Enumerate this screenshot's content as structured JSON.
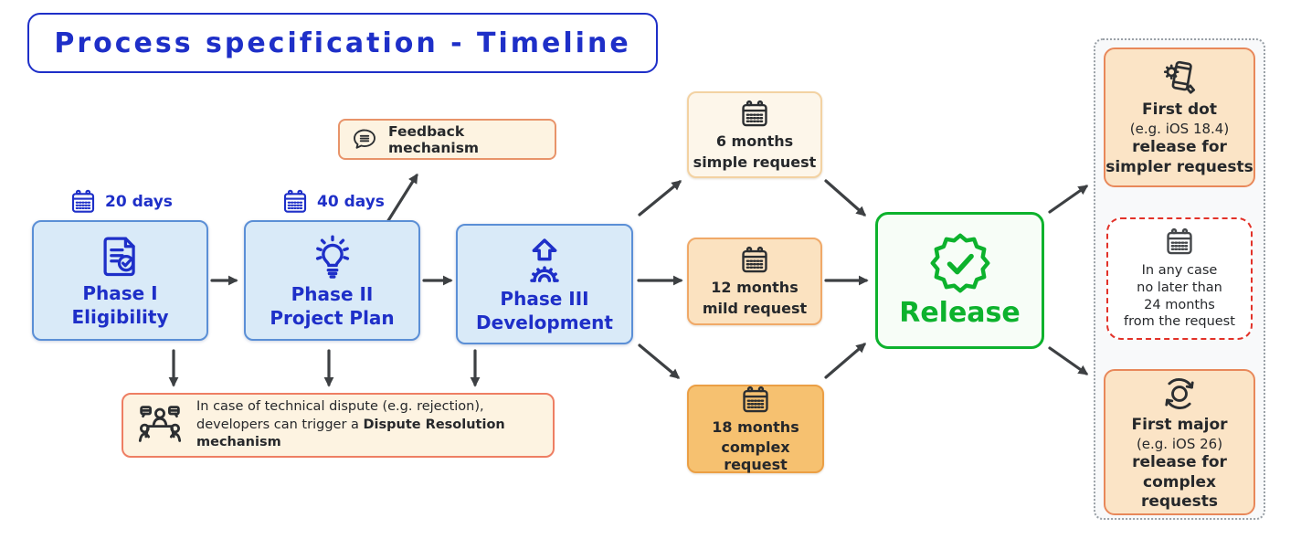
{
  "title": "Process specification - Timeline",
  "phases": [
    {
      "name": "Phase I",
      "subtitle": "Eligibility",
      "duration": "20 days",
      "icon": "document-check-icon"
    },
    {
      "name": "Phase II",
      "subtitle": "Project Plan",
      "duration": "40 days",
      "icon": "lightbulb-icon"
    },
    {
      "name": "Phase III",
      "subtitle": "Development",
      "icon": "launch-gear-icon"
    }
  ],
  "feedback_box": {
    "label": "Feedback mechanism",
    "icon": "speech-bubble-icon"
  },
  "dispute_box": {
    "text_regular": "In case of technical dispute (e.g. rejection), developers can trigger a ",
    "text_bold": "Dispute Resolution mechanism",
    "icon": "meeting-people-icon"
  },
  "request_boxes": [
    {
      "duration": "6 months",
      "type": "simple request",
      "icon": "calendar-icon"
    },
    {
      "duration": "12 months",
      "type": "mild request",
      "icon": "calendar-icon"
    },
    {
      "duration": "18 months",
      "type": "complex request",
      "icon": "calendar-icon"
    }
  ],
  "release_box": {
    "label": "Release",
    "icon": "badge-check-icon"
  },
  "outcome_boxes": [
    {
      "title": "First dot",
      "example": "(e.g. iOS 18.4)",
      "line3": "release for",
      "line4": "simpler requests",
      "icon": "phone-gear-icon"
    },
    {
      "line1": "In any case",
      "line2": "no later than",
      "line3": "24 months",
      "line4": "from the request",
      "icon": "calendar-icon"
    },
    {
      "title": "First major",
      "example": "(e.g. iOS 26)",
      "line3": "release for",
      "line4": "complex requests",
      "icon": "cycle-arrows-icon"
    }
  ],
  "colors": {
    "accent_blue": "#1e2fc8",
    "phase_fill": "#d9eaf8",
    "phase_border": "#5b8fd6",
    "cream_fill": "#fdf3e1",
    "feedback_border": "#e8946a",
    "dispute_border": "#ee7e63",
    "request_light_fill": "#fdf6ea",
    "request_medium_fill": "#fbe2c0",
    "request_dark_fill": "#f6c170",
    "release_green": "#0db22d",
    "outcome_fill": "#fbe4c6",
    "outcome_border": "#e8885a",
    "deadline_border": "#e23128",
    "arrow_color": "#3d4043",
    "text_dark": "#26282b"
  }
}
